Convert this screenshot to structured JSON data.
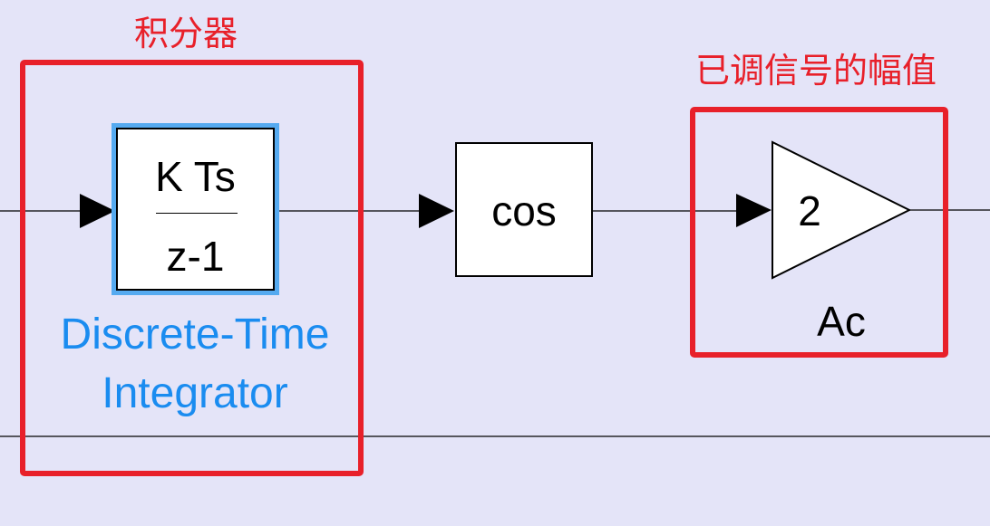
{
  "canvas": {
    "background": "#e4e4f8"
  },
  "colors": {
    "annotation": "#e8202a",
    "selection_highlight": "#55aaf0",
    "block_name_selected": "#1a8cf0",
    "block_stroke": "#000000",
    "block_fill": "#ffffff"
  },
  "annotations": {
    "integrator_area_label": "积分器",
    "gain_area_label": "已调信号的幅值"
  },
  "blocks": {
    "integrator": {
      "numerator": "K Ts",
      "denominator": "z-1",
      "name_line1": "Discrete-Time",
      "name_line2": "Integrator",
      "selected": true
    },
    "cos": {
      "label": "cos"
    },
    "gain": {
      "value": "2",
      "name": "Ac"
    }
  },
  "icons": {
    "port_arrow": "filled-triangle-right-icon",
    "gain_shape": "triangle-gain-icon"
  }
}
